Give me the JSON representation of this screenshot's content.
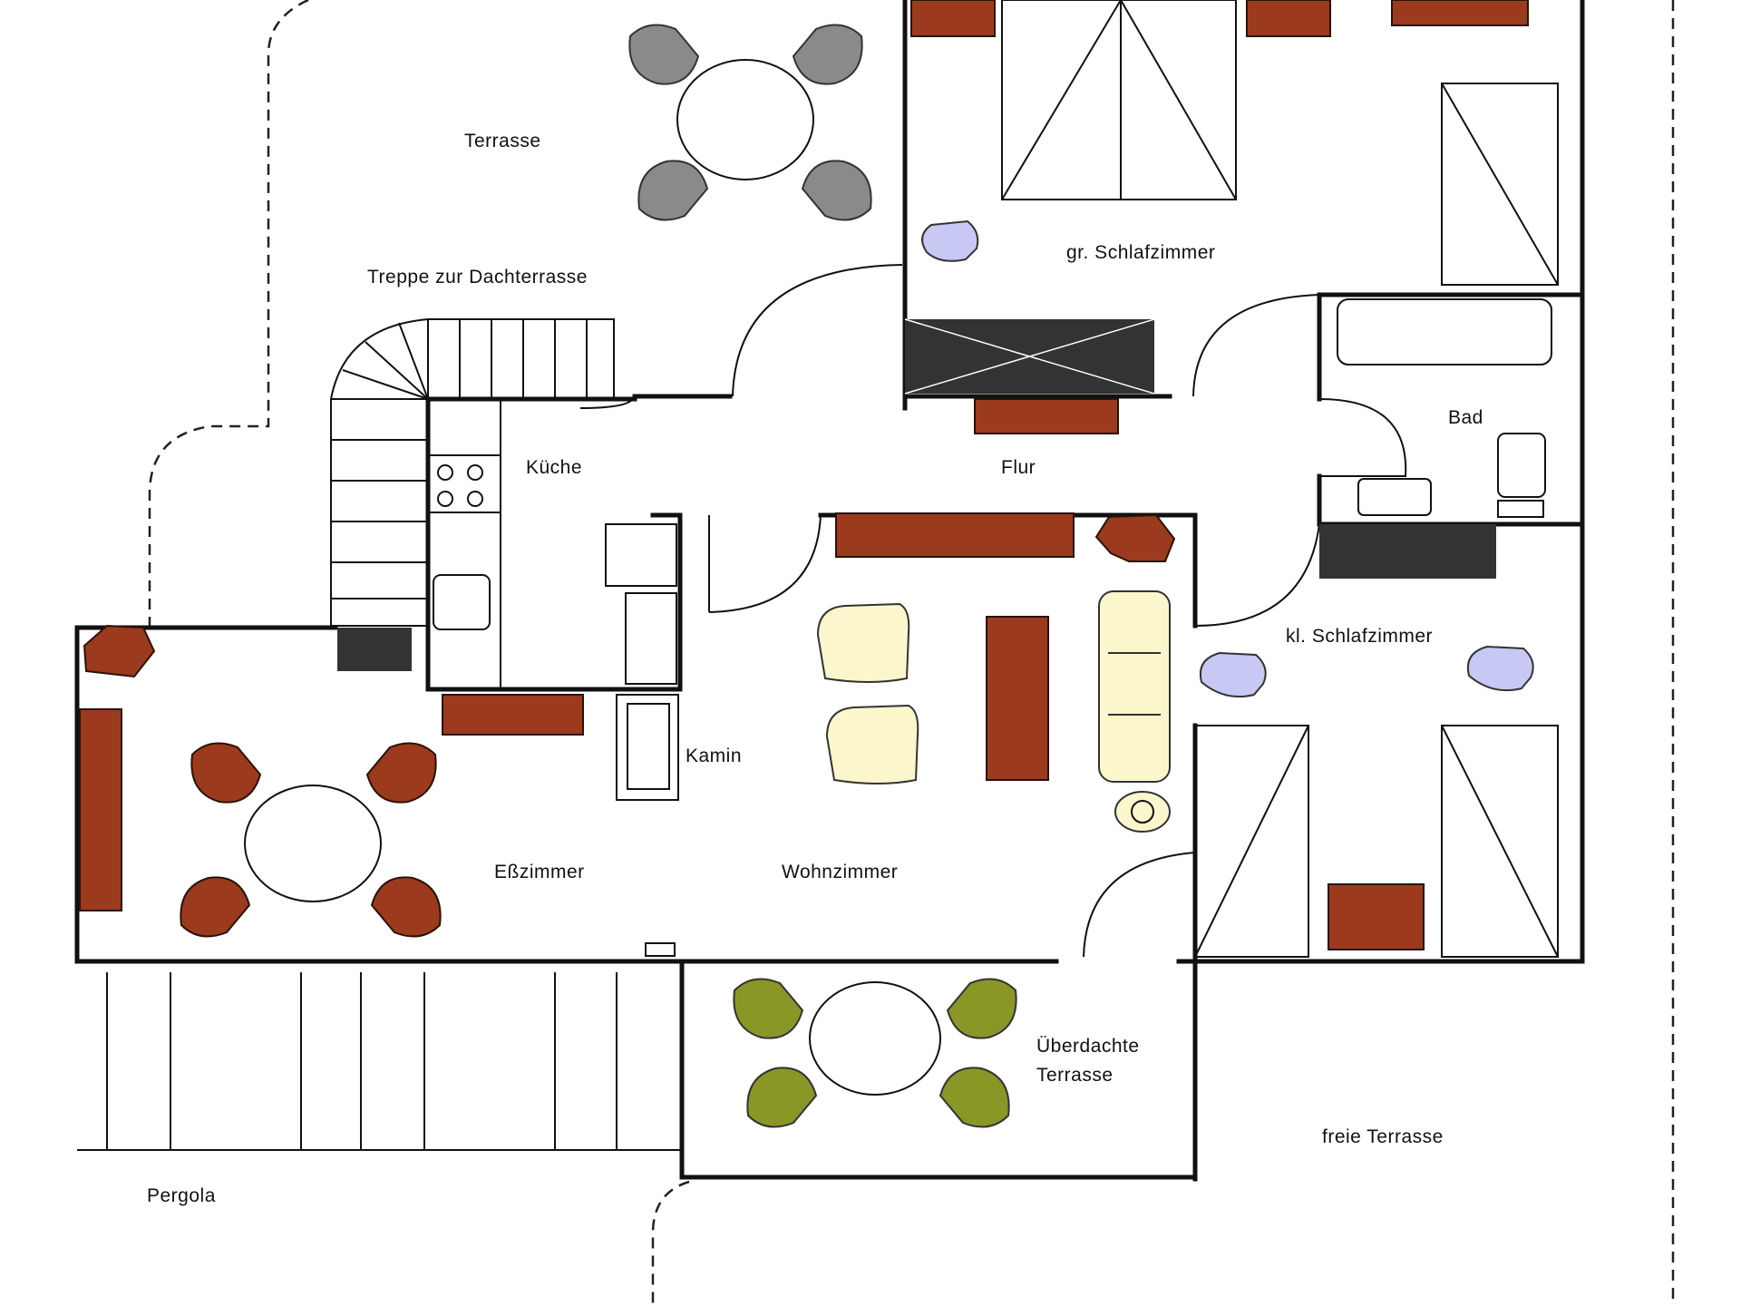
{
  "colors": {
    "wall": "#111111",
    "furniture_brown": "#9b3a1c",
    "chair_grey": "#8a8a8a",
    "chair_olive": "#8a9626",
    "chair_lavender": "#c8c8f5",
    "sofa_cream": "#fbf6cc",
    "dark_cabinet": "#333333",
    "background": "#ffffff"
  },
  "rooms": {
    "terrasse": "Terrasse",
    "treppe": "Treppe zur Dachterrasse",
    "gr_schlafzimmer": "gr. Schlafzimmer",
    "kueche": "Küche",
    "flur": "Flur",
    "bad": "Bad",
    "kl_schlafzimmer": "kl. Schlafzimmer",
    "kamin": "Kamin",
    "esszimmer": "Eßzimmer",
    "wohnzimmer": "Wohnzimmer",
    "ueberdachte_line1": "Überdachte",
    "ueberdachte_line2": "Terrasse",
    "freie_terrasse": "freie Terrasse",
    "pergola": "Pergola"
  }
}
